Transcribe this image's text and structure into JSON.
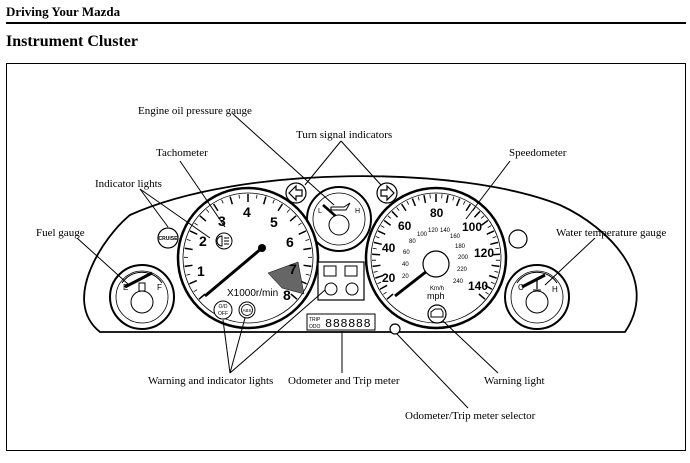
{
  "header": {
    "section": "Driving Your Mazda"
  },
  "page": {
    "title": "Instrument Cluster"
  },
  "callouts": {
    "engine_oil": "Engine oil pressure gauge",
    "turn_signal": "Turn signal indicators",
    "tachometer": "Tachometer",
    "speedometer": "Speedometer",
    "indicator_lights": "Indicator lights",
    "fuel_gauge": "Fuel gauge",
    "water_temp": "Water temperature gauge",
    "warning_indicator": "Warning and indicator lights",
    "odometer_trip": "Odometer and Trip meter",
    "warning_light": "Warning light",
    "odo_selector": "Odometer/Trip meter selector"
  },
  "tach": {
    "numbers": [
      "1",
      "2",
      "3",
      "4",
      "5",
      "6",
      "7",
      "8"
    ],
    "unit": "X1000r/min"
  },
  "speedo": {
    "mph": [
      "20",
      "40",
      "60",
      "80",
      "100",
      "120",
      "140"
    ],
    "kmh": [
      "20",
      "40",
      "60",
      "80",
      "100",
      "120",
      "140",
      "160",
      "180",
      "200",
      "220",
      "240"
    ],
    "unit_kmh": "Km/h",
    "unit_mph": "mph"
  },
  "fuel": {
    "e": "E",
    "f": "F"
  },
  "temp": {
    "c": "C",
    "h": "H"
  },
  "oil": {
    "l": "L",
    "h": "H"
  },
  "cruise": "CRUISE",
  "od_off": {
    "line1": "O/D",
    "line2": "OFF"
  },
  "abs": "ABS",
  "odometer": {
    "trip": "TRIP",
    "odo": "ODO",
    "digits": "888888"
  }
}
